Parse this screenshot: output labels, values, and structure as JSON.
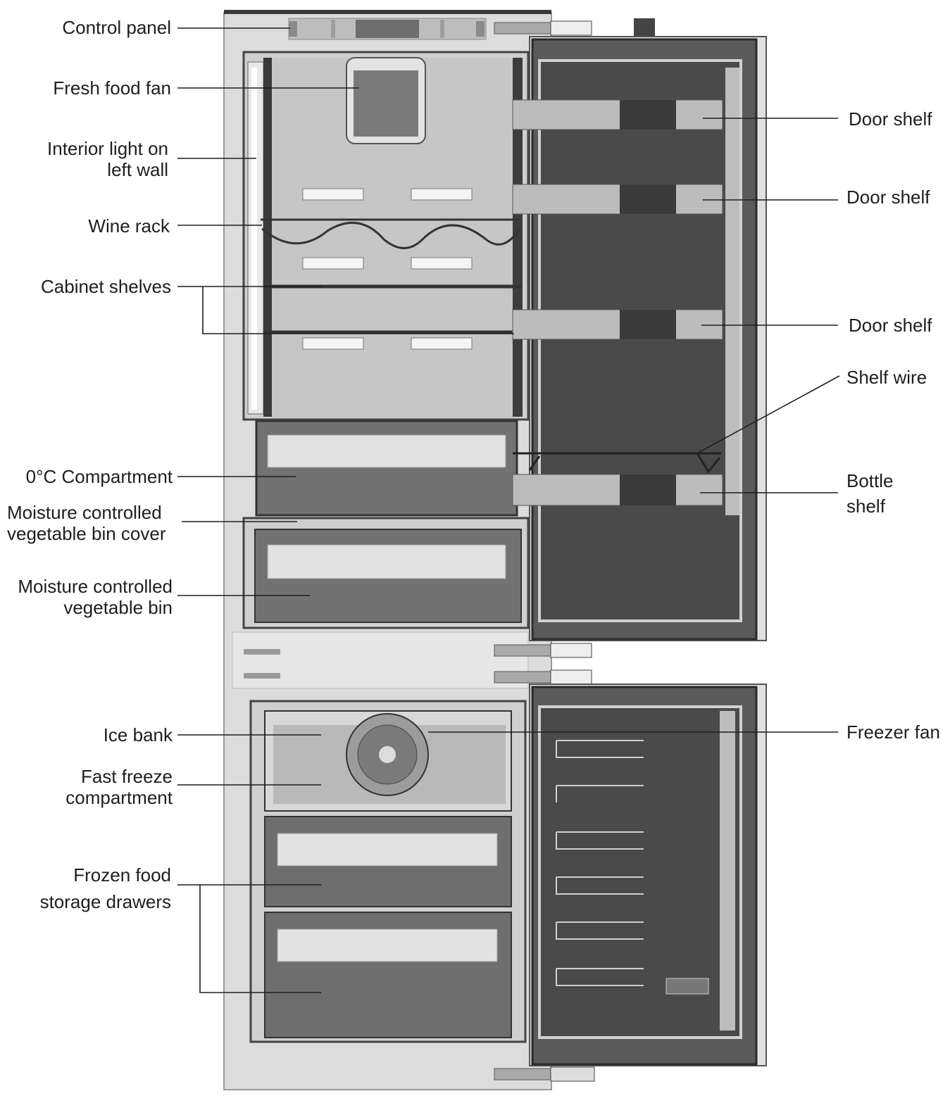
{
  "diagram": {
    "colors": {
      "line": "#1e1e1e",
      "cabinet": "#d9d9d9",
      "interior": "#c4c4c4",
      "door": "#5a5a5a",
      "door_inner": "#4a4a4a",
      "drawer": "#6a6a6a"
    },
    "labels": {
      "control_panel": "Control panel",
      "fresh_food_fan": "Fresh food fan",
      "interior_light_1": "Interior light on",
      "interior_light_2": "left wall",
      "wine_rack": "Wine rack",
      "cabinet_shelves": "Cabinet shelves",
      "zero_compartment": "0°C Compartment",
      "bin_cover_1": "Moisture controlled",
      "bin_cover_2": "vegetable bin cover",
      "bin_1": "Moisture controlled",
      "bin_2": "vegetable bin",
      "ice_bank": "Ice bank",
      "fast_freeze_1": "Fast freeze",
      "fast_freeze_2": "compartment",
      "frozen_1": "Frozen food",
      "frozen_2": "storage drawers",
      "door_shelf_a": "Door shelf",
      "door_shelf_b": "Door shelf",
      "door_shelf_c": "Door shelf",
      "shelf_wire": "Shelf wire",
      "bottle_1": "Bottle",
      "bottle_2": "shelf",
      "freezer_fan": "Freezer fan"
    }
  }
}
